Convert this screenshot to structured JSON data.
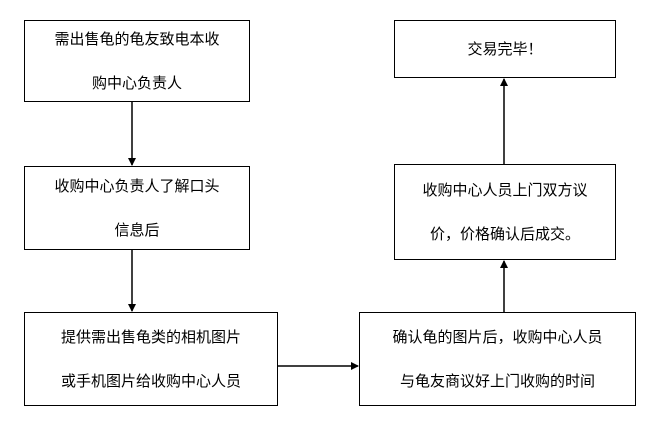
{
  "flow": {
    "step1": "需出售龟的龟友致电本收\n购中心负责人",
    "step2": "收购中心负责人了解口头\n信息后",
    "step3": "提供需出售龟类的相机图片\n或手机图片给收购中心人员",
    "step4": "确认龟的图片后，收购中心人员\n与龟友商议好上门收购的时间",
    "step5": "收购中心人员上门双方议\n价，价格确认后成交。",
    "step6": "交易完毕！"
  }
}
